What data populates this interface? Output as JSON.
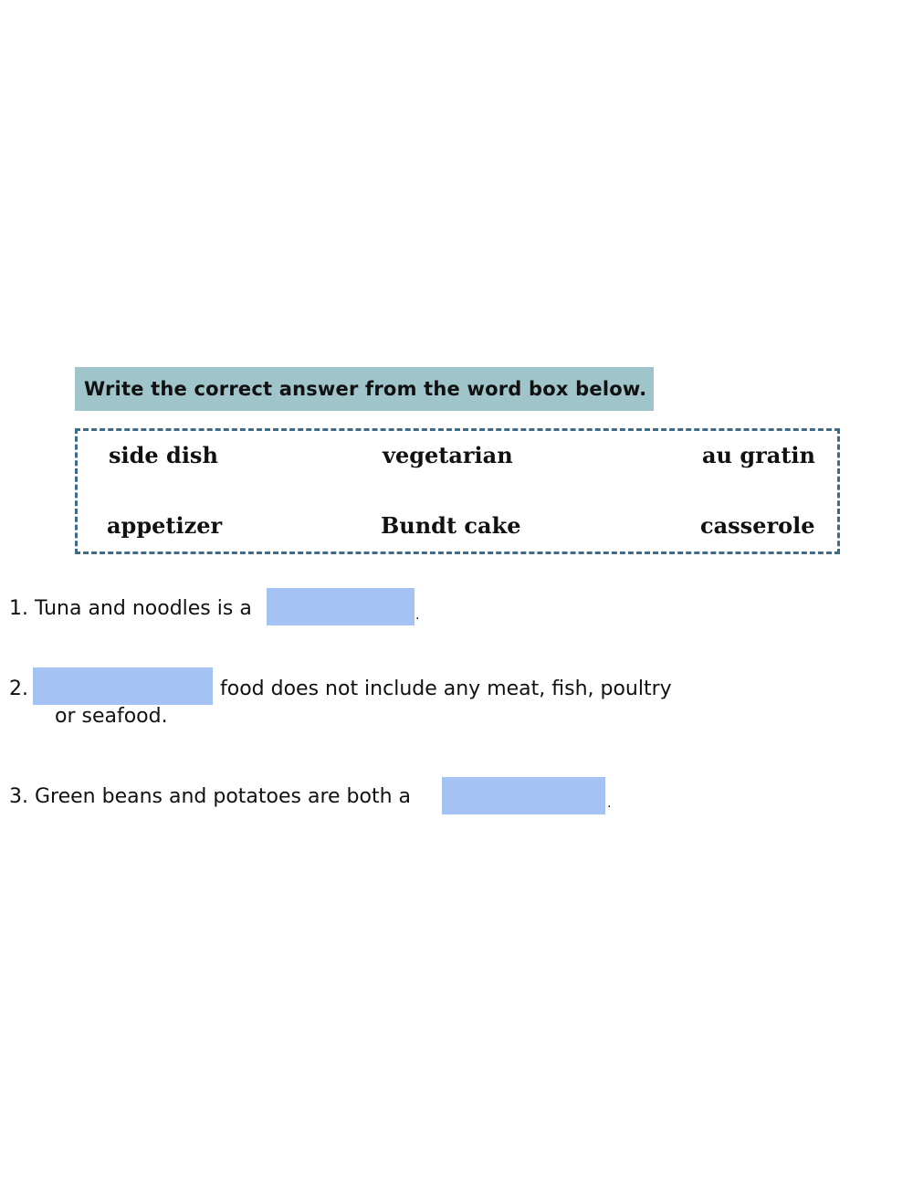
{
  "instruction": "Write the correct answer from the word box below.",
  "word_box": {
    "words": [
      "side dish",
      "vegetarian",
      "au gratin",
      "appetizer",
      "Bundt cake",
      "casserole"
    ]
  },
  "questions": [
    {
      "prefix": "1. Tuna and noodles is a",
      "blank_value": "",
      "suffix": "."
    },
    {
      "number": "2.",
      "blank_value": "",
      "text": "food does not include any meat, fish, poultry",
      "continuation": "or seafood."
    },
    {
      "prefix": "3. Green beans and potatoes are both a",
      "blank_value": "",
      "suffix": "."
    }
  ],
  "colors": {
    "banner": "#9fc4c9",
    "word_box_border": "#3f6b86",
    "blank_fill": "#a4c2f4"
  }
}
